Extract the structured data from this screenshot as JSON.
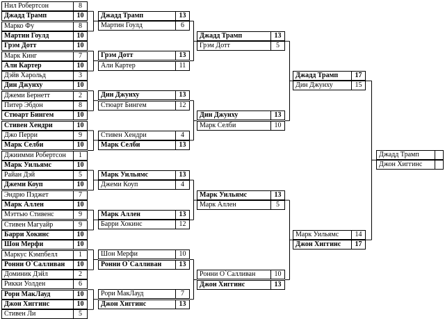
{
  "rounds": [
    {
      "name": "round-1",
      "matches": [
        {
          "players": [
            {
              "name": "Нил Робертсон",
              "score": "8"
            },
            {
              "name": "Джадд Трамп",
              "score": "10"
            }
          ],
          "winner": 1
        },
        {
          "players": [
            {
              "name": "Марко Фу",
              "score": "8"
            },
            {
              "name": "Мартин Гоулд",
              "score": "10"
            }
          ],
          "winner": 1
        },
        {
          "players": [
            {
              "name": "Грэм Дотт",
              "score": "10"
            },
            {
              "name": "Марк Кинг",
              "score": "7"
            }
          ],
          "winner": 0
        },
        {
          "players": [
            {
              "name": "Али Картер",
              "score": "10"
            },
            {
              "name": "Дэйв Харольд",
              "score": "3"
            }
          ],
          "winner": 0
        },
        {
          "players": [
            {
              "name": "Дин Джунху",
              "score": "10"
            },
            {
              "name": "Джеми Бернетт",
              "score": "2"
            }
          ],
          "winner": 0
        },
        {
          "players": [
            {
              "name": "Питер Эбдон",
              "score": "8"
            },
            {
              "name": "Стюарт Бингем",
              "score": "10"
            }
          ],
          "winner": 1
        },
        {
          "players": [
            {
              "name": "Стивен Хендри",
              "score": "10"
            },
            {
              "name": "Джо Перри",
              "score": "9"
            }
          ],
          "winner": 0
        },
        {
          "players": [
            {
              "name": "Марк Селби",
              "score": "10"
            },
            {
              "name": "Джиимми Робертсон",
              "score": "1"
            }
          ],
          "winner": 0
        },
        {
          "players": [
            {
              "name": "Марк Уильямс",
              "score": "10"
            },
            {
              "name": "Райан Дэй",
              "score": "5"
            }
          ],
          "winner": 0
        },
        {
          "players": [
            {
              "name": "Джеми Коуп",
              "score": "10"
            },
            {
              "name": "Эндрю Пэджет",
              "score": "7"
            }
          ],
          "winner": 0
        },
        {
          "players": [
            {
              "name": "Марк Аллен",
              "score": "10"
            },
            {
              "name": "Мэттью Стивенс",
              "score": "9"
            }
          ],
          "winner": 0
        },
        {
          "players": [
            {
              "name": "Стивен Магуайр",
              "score": "9"
            },
            {
              "name": "Барри Хокинс",
              "score": "10"
            }
          ],
          "winner": 1
        },
        {
          "players": [
            {
              "name": "Шон Мерфи",
              "score": "10"
            },
            {
              "name": "Маркус Кэмпбелл",
              "score": "1"
            }
          ],
          "winner": 0
        },
        {
          "players": [
            {
              "name": "Ронни О`Салливан",
              "score": "10"
            },
            {
              "name": "Доминик Дэйл",
              "score": "2"
            }
          ],
          "winner": 0
        },
        {
          "players": [
            {
              "name": "Рикки Уолден",
              "score": "6"
            },
            {
              "name": "Рори МакЛауд",
              "score": "10"
            }
          ],
          "winner": 1
        },
        {
          "players": [
            {
              "name": "Джон Хиггинс",
              "score": "10"
            },
            {
              "name": "Стивен Ли",
              "score": "5"
            }
          ],
          "winner": 0
        }
      ]
    },
    {
      "name": "round-2",
      "matches": [
        {
          "players": [
            {
              "name": "Джадд Трамп",
              "score": "13"
            },
            {
              "name": "Мартин Гоулд",
              "score": "6"
            }
          ],
          "winner": 0
        },
        {
          "players": [
            {
              "name": "Грэм Дотт",
              "score": "13"
            },
            {
              "name": "Али Картер",
              "score": "11"
            }
          ],
          "winner": 0
        },
        {
          "players": [
            {
              "name": "Дин Джунху",
              "score": "13"
            },
            {
              "name": "Стюарт Бингем",
              "score": "12"
            }
          ],
          "winner": 0
        },
        {
          "players": [
            {
              "name": "Стивен Хендри",
              "score": "4"
            },
            {
              "name": "Марк Селби",
              "score": "13"
            }
          ],
          "winner": 1
        },
        {
          "players": [
            {
              "name": "Марк Уильямс",
              "score": "13"
            },
            {
              "name": "Джеми Коуп",
              "score": "4"
            }
          ],
          "winner": 0
        },
        {
          "players": [
            {
              "name": "Марк Аллен",
              "score": "13"
            },
            {
              "name": "Барри Хокинс",
              "score": "12"
            }
          ],
          "winner": 0
        },
        {
          "players": [
            {
              "name": "Шон Мерфи",
              "score": "10"
            },
            {
              "name": "Ронни О`Салливан",
              "score": "13"
            }
          ],
          "winner": 1
        },
        {
          "players": [
            {
              "name": "Рори МакЛауд",
              "score": "7"
            },
            {
              "name": "Джон Хиггинс",
              "score": "13"
            }
          ],
          "winner": 1
        }
      ]
    },
    {
      "name": "quarterfinals",
      "matches": [
        {
          "players": [
            {
              "name": "Джадд Трамп",
              "score": "13"
            },
            {
              "name": "Грэм Дотт",
              "score": "5"
            }
          ],
          "winner": 0
        },
        {
          "players": [
            {
              "name": "Дин Джунху",
              "score": "13"
            },
            {
              "name": "Марк Селби",
              "score": "10"
            }
          ],
          "winner": 0
        },
        {
          "players": [
            {
              "name": "Марк Уильямс",
              "score": "13"
            },
            {
              "name": "Марк Аллен",
              "score": "5"
            }
          ],
          "winner": 0
        },
        {
          "players": [
            {
              "name": "Ронни О`Салливан",
              "score": "10"
            },
            {
              "name": "Джон Хиггинс",
              "score": "13"
            }
          ],
          "winner": 1
        }
      ]
    },
    {
      "name": "semifinals",
      "matches": [
        {
          "players": [
            {
              "name": "Джадд Трамп",
              "score": "17"
            },
            {
              "name": "Дин Джунху",
              "score": "15"
            }
          ],
          "winner": 0
        },
        {
          "players": [
            {
              "name": "Марк Уильямс",
              "score": "14"
            },
            {
              "name": "Джон Хиггинс",
              "score": "17"
            }
          ],
          "winner": 1
        }
      ]
    },
    {
      "name": "final",
      "matches": [
        {
          "players": [
            {
              "name": "Джадд Трамп",
              "score": ""
            },
            {
              "name": "Джон Хиггинс",
              "score": ""
            }
          ],
          "winner": -1
        }
      ]
    }
  ]
}
